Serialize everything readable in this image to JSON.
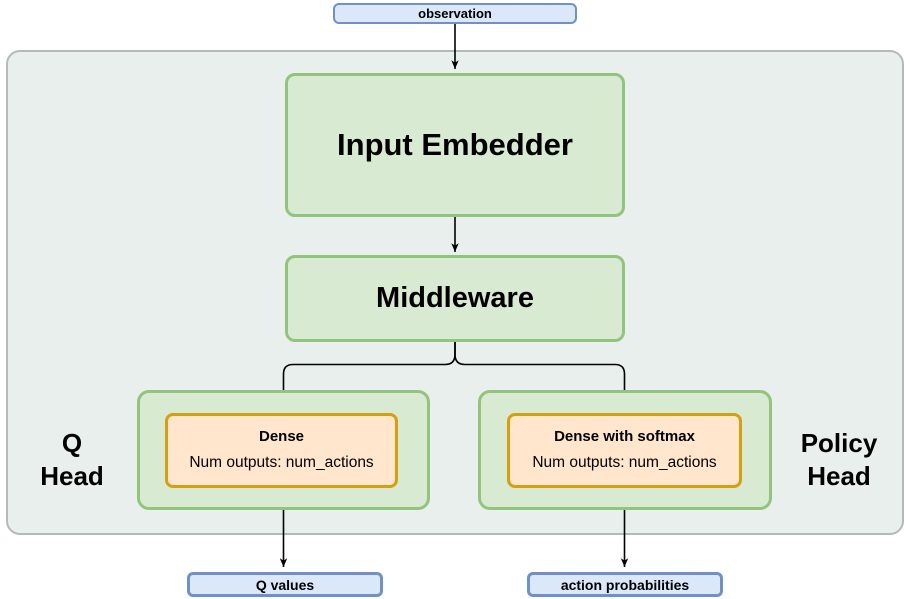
{
  "diagram": {
    "nodes": {
      "observation": "observation",
      "input_embedder": "Input Embedder",
      "middleware": "Middleware",
      "q_head": {
        "label_line1": "Q",
        "label_line2": "Head",
        "dense_title": "Dense",
        "dense_outputs": "Num outputs: num_actions"
      },
      "policy_head": {
        "label_line1": "Policy",
        "label_line2": "Head",
        "dense_title": "Dense with softmax",
        "dense_outputs": "Num outputs: num_actions"
      },
      "q_values": "Q values",
      "action_probabilities": "action probabilities"
    },
    "edges": [
      {
        "from": "observation",
        "to": "input_embedder"
      },
      {
        "from": "input_embedder",
        "to": "middleware"
      },
      {
        "from": "middleware",
        "to": "q_head_dense"
      },
      {
        "from": "middleware",
        "to": "policy_head_dense"
      },
      {
        "from": "q_head_dense",
        "to": "q_values"
      },
      {
        "from": "policy_head_dense",
        "to": "action_probabilities"
      }
    ],
    "colors": {
      "io_fill": "#dbe8fa",
      "io_border": "#7191c4",
      "block_fill": "#d9ead3",
      "block_border": "#93c47d",
      "dense_fill": "#ffe6cc",
      "dense_border": "#d79e12",
      "container_fill": "#e8efec",
      "container_border": "#b4bab7",
      "edge": "#000000",
      "text": "#000000"
    }
  }
}
